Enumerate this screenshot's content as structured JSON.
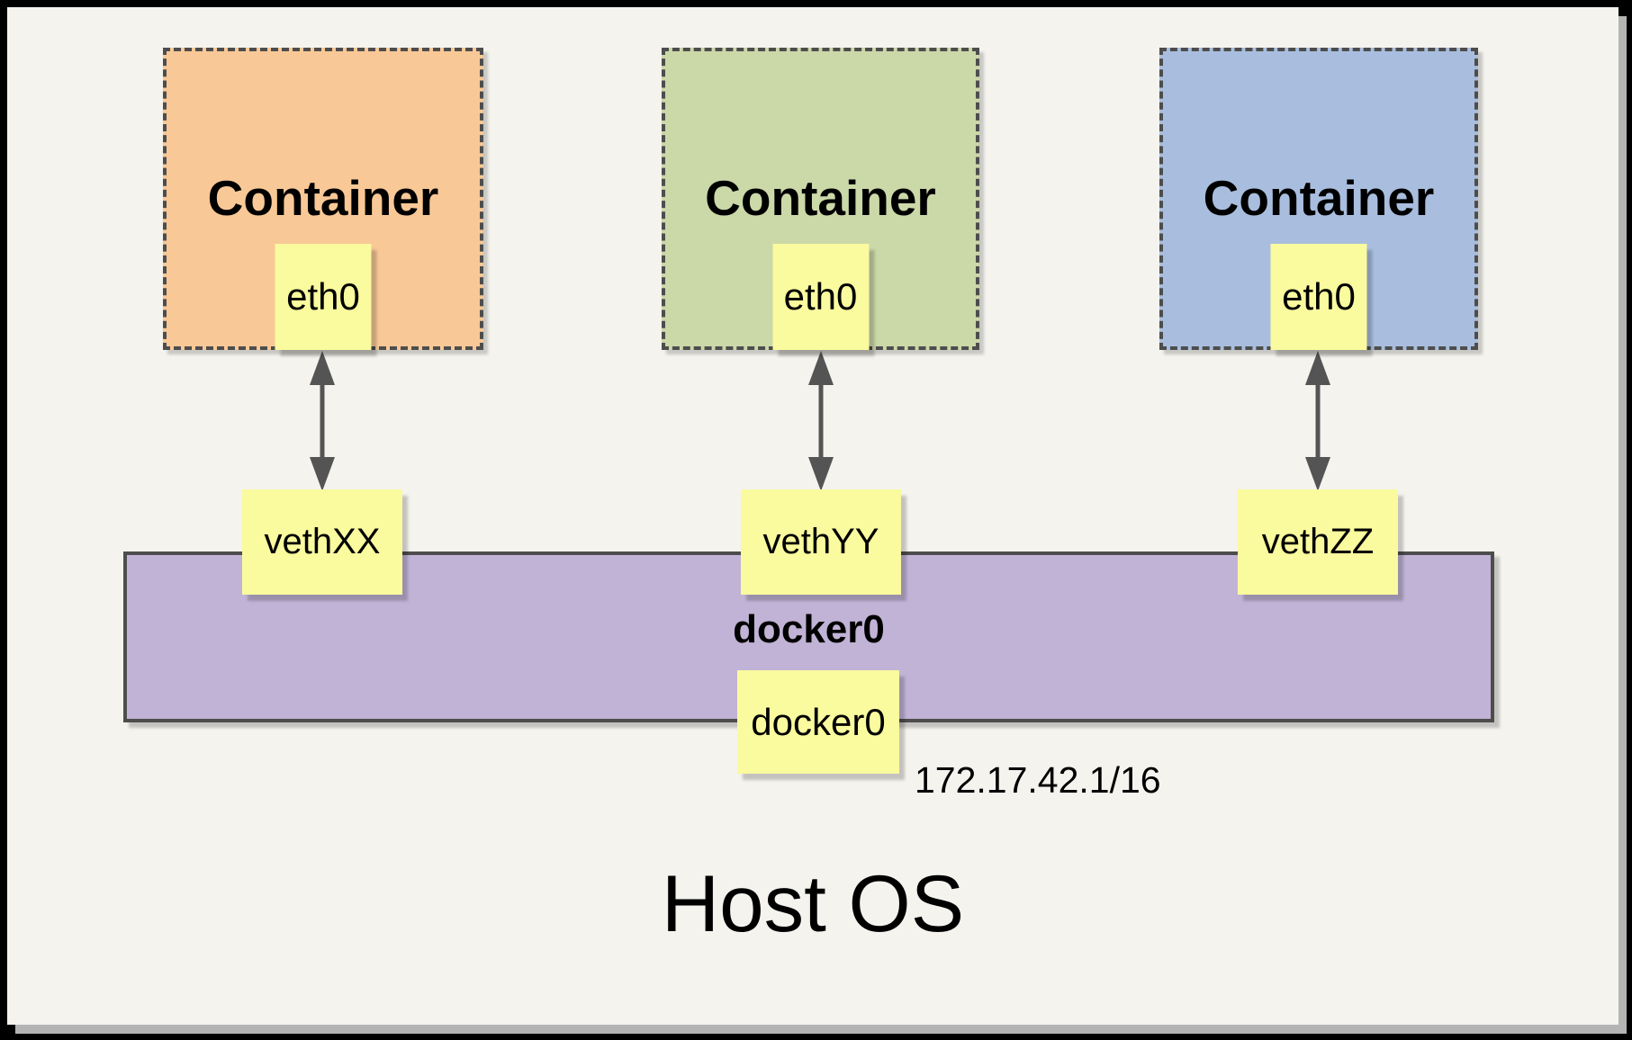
{
  "canvas": {
    "background": "#F4F3EE",
    "frame_color": "#000000"
  },
  "containers": [
    {
      "title": "Container",
      "interface": "eth0",
      "veth": "vethXX",
      "fill": "#F8C896"
    },
    {
      "title": "Container",
      "interface": "eth0",
      "veth": "vethYY",
      "fill": "#CBD8A8"
    },
    {
      "title": "Container",
      "interface": "eth0",
      "veth": "vethZZ",
      "fill": "#A9BEDE"
    }
  ],
  "bridge": {
    "title": "docker0",
    "interface": "docker0",
    "ip": "172.17.42.1/16",
    "fill": "#C1B3D6"
  },
  "host": {
    "title": "Host OS"
  },
  "styles": {
    "note_fill": "#FAFA9E",
    "line_color": "#4D4D4D",
    "arrow_color": "#545454"
  }
}
